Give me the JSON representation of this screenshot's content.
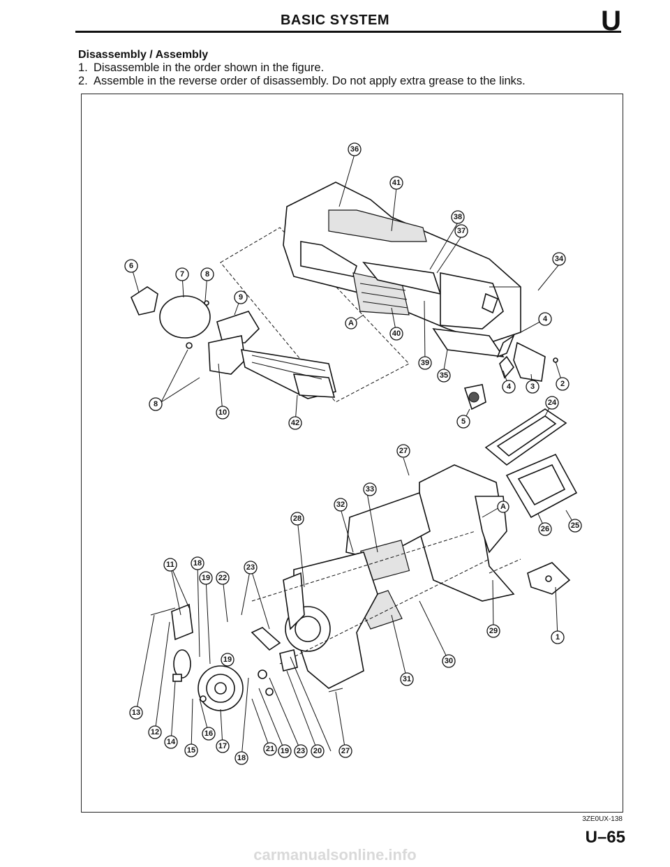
{
  "header": {
    "title": "BASIC SYSTEM",
    "section_letter": "U"
  },
  "section": {
    "heading": "Disassembly / Assembly",
    "steps": [
      {
        "number": "1.",
        "text": "Disassemble in the order shown in the figure."
      },
      {
        "number": "2.",
        "text": "Assemble in the reverse order of disassembly. Do not apply extra grease to the links."
      }
    ]
  },
  "figure": {
    "code": "3ZE0UX-138",
    "callouts": [
      "1",
      "2",
      "3",
      "4",
      "4",
      "5",
      "6",
      "7",
      "8",
      "8",
      "9",
      "10",
      "11",
      "12",
      "13",
      "14",
      "15",
      "16",
      "17",
      "18",
      "18",
      "19",
      "19",
      "19",
      "20",
      "21",
      "22",
      "23",
      "23",
      "24",
      "25",
      "26",
      "27",
      "27",
      "28",
      "29",
      "30",
      "31",
      "32",
      "33",
      "34",
      "35",
      "36",
      "37",
      "38",
      "39",
      "40",
      "41",
      "42"
    ],
    "reference_marks": [
      "A",
      "A"
    ]
  },
  "footer": {
    "page_number": "U–65",
    "watermark": "carmanualsonline.info"
  }
}
